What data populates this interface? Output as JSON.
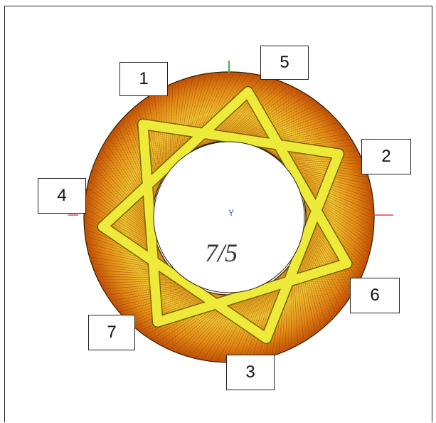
{
  "figure": {
    "ratio_label": "7/5",
    "center_axis_letter": "Y",
    "markers": [
      {
        "id": "1",
        "text": "1"
      },
      {
        "id": "2",
        "text": "2"
      },
      {
        "id": "3",
        "text": "3"
      },
      {
        "id": "4",
        "text": "4"
      },
      {
        "id": "5",
        "text": "5"
      },
      {
        "id": "6",
        "text": "6"
      },
      {
        "id": "7",
        "text": "7"
      }
    ],
    "winding_ratio": {
      "p": 7,
      "q": 5
    },
    "colors": {
      "ring_dark": "#c85a06",
      "ring_mid": "#e99a1c",
      "ring_light": "#f5cc3a",
      "band": "#eeea3a",
      "band_edge": "#6b5a08",
      "axis_x": "#e04040",
      "axis_y": "#40b040",
      "axis_center": "#3050c0"
    }
  }
}
